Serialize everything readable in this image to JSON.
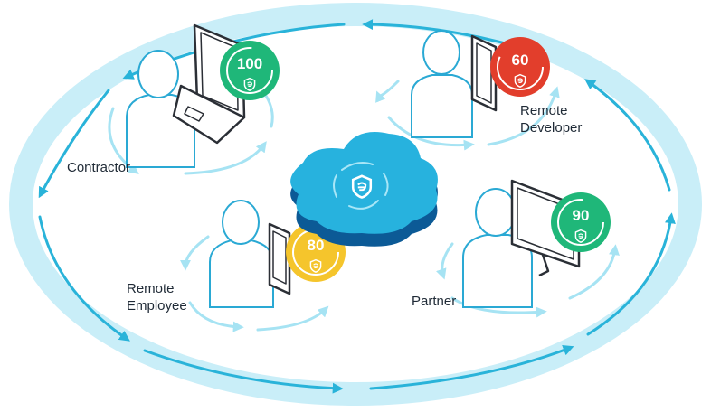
{
  "colors": {
    "ring": "#c9eef8",
    "arrow": "#29b3d9",
    "arrow_light": "#a6e3f3",
    "person_stroke": "#2aa9d4",
    "person_fill": "#ffffff",
    "device_stroke": "#2b2f36",
    "cloud_top": "#27b2de",
    "cloud_side": "#0c5a96",
    "score_high": "#1fb779",
    "score_mid": "#f5c52c",
    "score_low": "#e23e2c",
    "label_text": "#1f2a36"
  },
  "nodes": [
    {
      "id": "contractor",
      "label_lines": [
        "Contractor"
      ],
      "score": "100",
      "score_color": "score_high",
      "device": "laptop-icon"
    },
    {
      "id": "remote-developer",
      "label_lines": [
        "Remote",
        "Developer"
      ],
      "score": "60",
      "score_color": "score_low",
      "device": "tablet-icon"
    },
    {
      "id": "remote-employee",
      "label_lines": [
        "Remote",
        "Employee"
      ],
      "score": "80",
      "score_color": "score_mid",
      "device": "phone-icon"
    },
    {
      "id": "partner",
      "label_lines": [
        "Partner"
      ],
      "score": "90",
      "score_color": "score_high",
      "device": "monitor-icon"
    }
  ],
  "center": {
    "icon": "cloud-shield-icon"
  }
}
